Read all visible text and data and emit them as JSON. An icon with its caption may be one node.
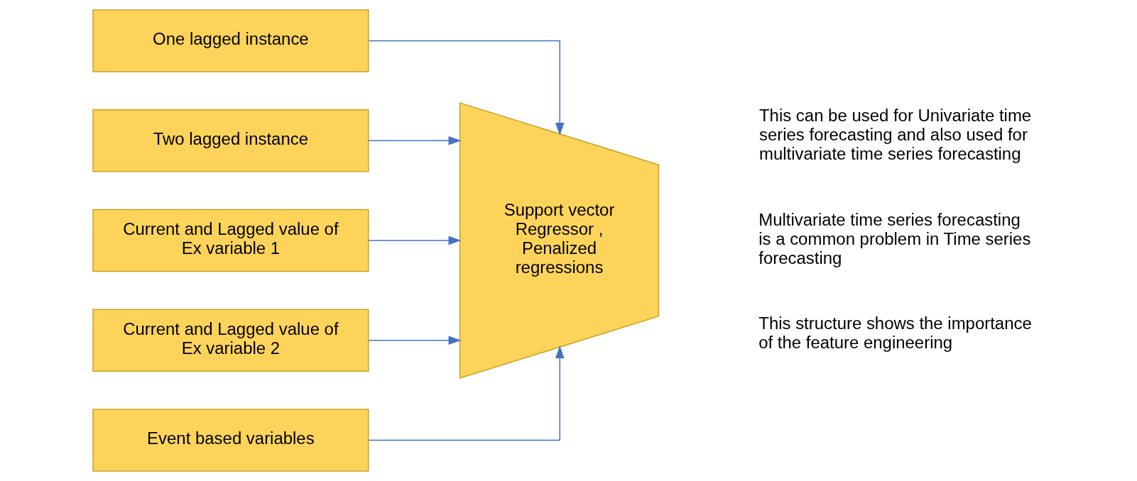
{
  "diagram": {
    "nodes": [
      {
        "text": [
          "One lagged instance"
        ]
      },
      {
        "text": [
          "Two lagged instance"
        ]
      },
      {
        "text": [
          "Current and Lagged value of Ex variable 1"
        ]
      },
      {
        "text": [
          "Current and Lagged value of Ex variable 2"
        ]
      },
      {
        "text": [
          "Event based variables"
        ]
      },
      {
        "text": [
          "Support vector Regressor , Penalized regressions"
        ]
      }
    ],
    "edges": [
      {
        "from": 0,
        "to": 5,
        "arrow": "to"
      },
      {
        "from": 1,
        "to": 5,
        "arrow": "to"
      },
      {
        "from": 2,
        "to": 5,
        "arrow": "to"
      },
      {
        "from": 3,
        "to": 5,
        "arrow": "to"
      },
      {
        "from": 4,
        "to": 5,
        "arrow": "to"
      }
    ],
    "labels": [
      "This can be used for Univariate time series forecasting and also used for multivariate time series forecasting",
      "Multivariate time series forecasting is a common problem in Time series forecasting",
      "This structure shows the importance of the feature engineering"
    ]
  }
}
